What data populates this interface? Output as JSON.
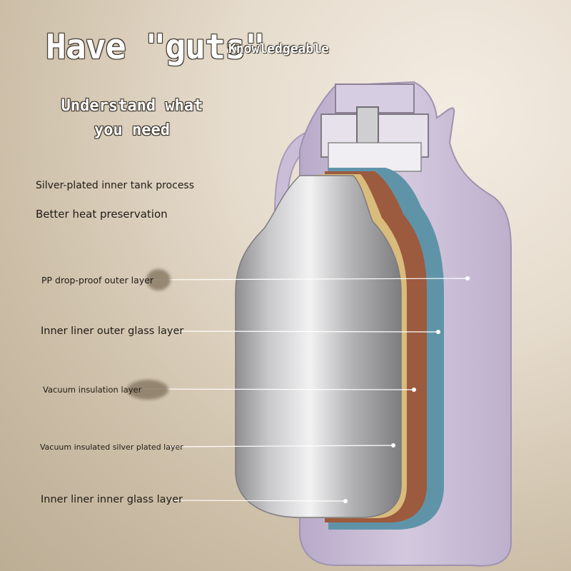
{
  "headline": "Have \"guts\"",
  "subhead": "Knowledgeable",
  "tagline": "Understand what you need",
  "features": [
    "Silver-plated inner tank process",
    "Better heat preservation"
  ],
  "layers": [
    "PP drop-proof outer layer",
    "Inner liner outer glass layer",
    "Vacuum insulation layer",
    "Vacuum insulated silver plated layer",
    "Inner liner inner glass layer"
  ],
  "colors": {
    "outer_shell": "#c9bfd6",
    "glass_outer": "#5c8fa3",
    "vacuum": "#9b5a3f",
    "silver_plate": "#d8b87a",
    "inner_tank": "#c0c0c2"
  }
}
